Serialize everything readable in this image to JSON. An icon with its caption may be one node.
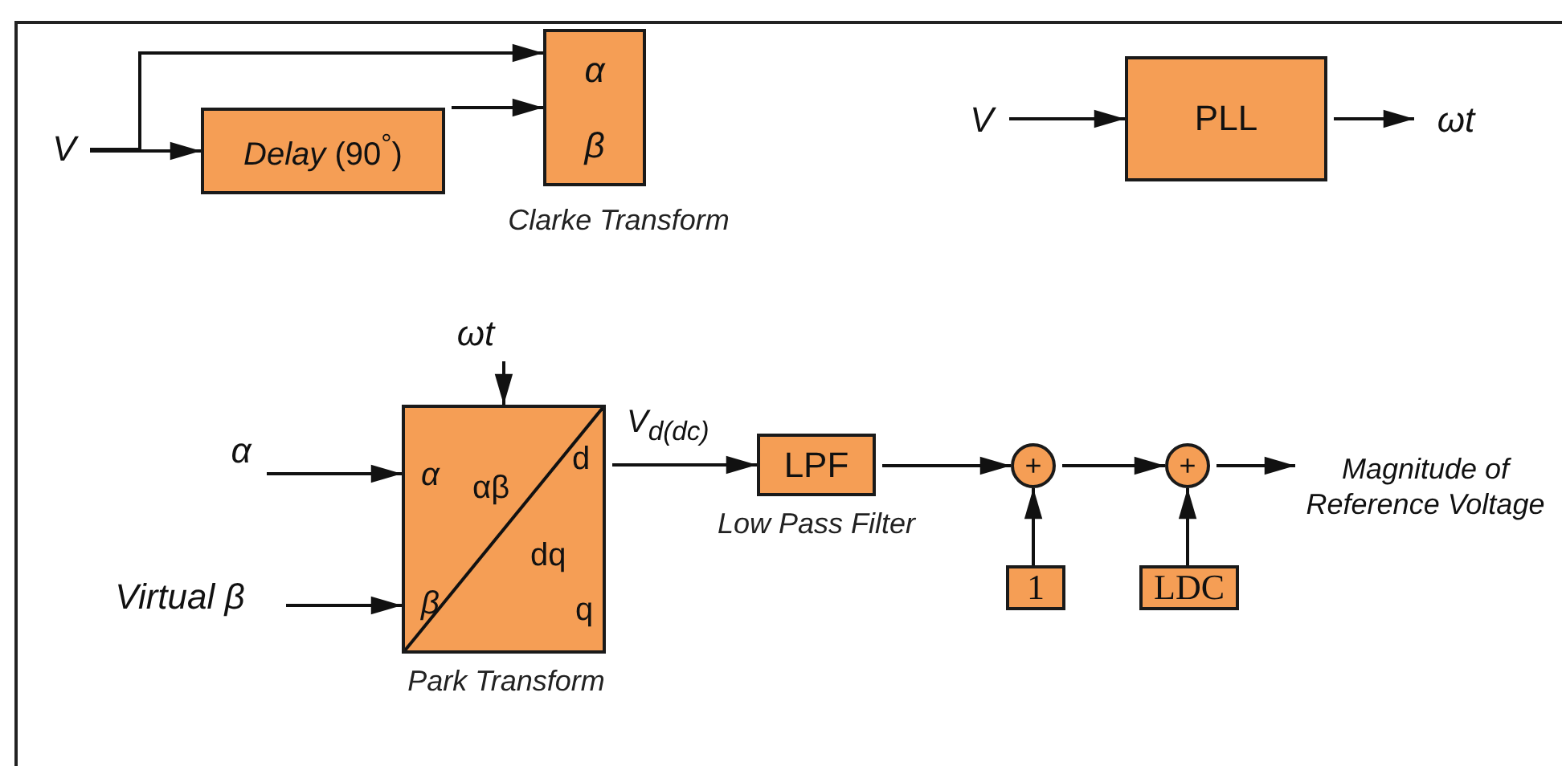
{
  "diagram": {
    "nodes": [
      {
        "text": [
          "V"
        ]
      },
      {
        "text": [
          "*Delay* (90$^{°}$)"
        ]
      },
      {
        "text": [
          "α",
          "β"
        ],
        "beside": [
          "Clarke Transform"
        ]
      },
      {
        "text": [
          "V"
        ]
      },
      {
        "text": [
          "PLL"
        ]
      },
      {
        "text": [
          "ωt"
        ]
      },
      {
        "text": [
          "ωt"
        ]
      },
      {
        "text": [
          "α"
        ]
      },
      {
        "text": [
          "Virtual β"
        ]
      },
      {
        "text": [
          "α",
          "β",
          "αβ",
          "dq",
          "d",
          "q"
        ],
        "beside": [
          "Park Transform"
        ]
      },
      {
        "text": [
          "LPF"
        ],
        "beside": [
          "Low Pass Filter"
        ]
      },
      {
        "text": [
          "+"
        ]
      },
      {
        "text": [
          "+"
        ]
      },
      {
        "text": [
          "1"
        ]
      },
      {
        "text": [
          "LDC"
        ]
      },
      {
        "text": [
          "Magnitude of Reference Voltage"
        ]
      }
    ],
    "edges": [
      {
        "from": 0,
        "to": 1,
        "arrow": "to"
      },
      {
        "from": 0,
        "to": 2,
        "arrow": "to"
      },
      {
        "from": 1,
        "to": 2,
        "arrow": "to"
      },
      {
        "from": 3,
        "to": 4,
        "arrow": "to"
      },
      {
        "from": 4,
        "to": 5,
        "arrow": "to"
      },
      {
        "from": 6,
        "to": 9,
        "arrow": "to"
      },
      {
        "from": 7,
        "to": 9,
        "arrow": "to"
      },
      {
        "from": 8,
        "to": 9,
        "arrow": "to"
      },
      {
        "from": 9,
        "to": 10,
        "arrow": "to",
        "label": "V$_{d(dc)}$"
      },
      {
        "from": 10,
        "to": 11,
        "arrow": "to"
      },
      {
        "from": 13,
        "to": 11,
        "arrow": "to"
      },
      {
        "from": 11,
        "to": 12,
        "arrow": "to"
      },
      {
        "from": 14,
        "to": 12,
        "arrow": "to"
      },
      {
        "from": 12,
        "to": 15,
        "arrow": "to"
      }
    ]
  }
}
